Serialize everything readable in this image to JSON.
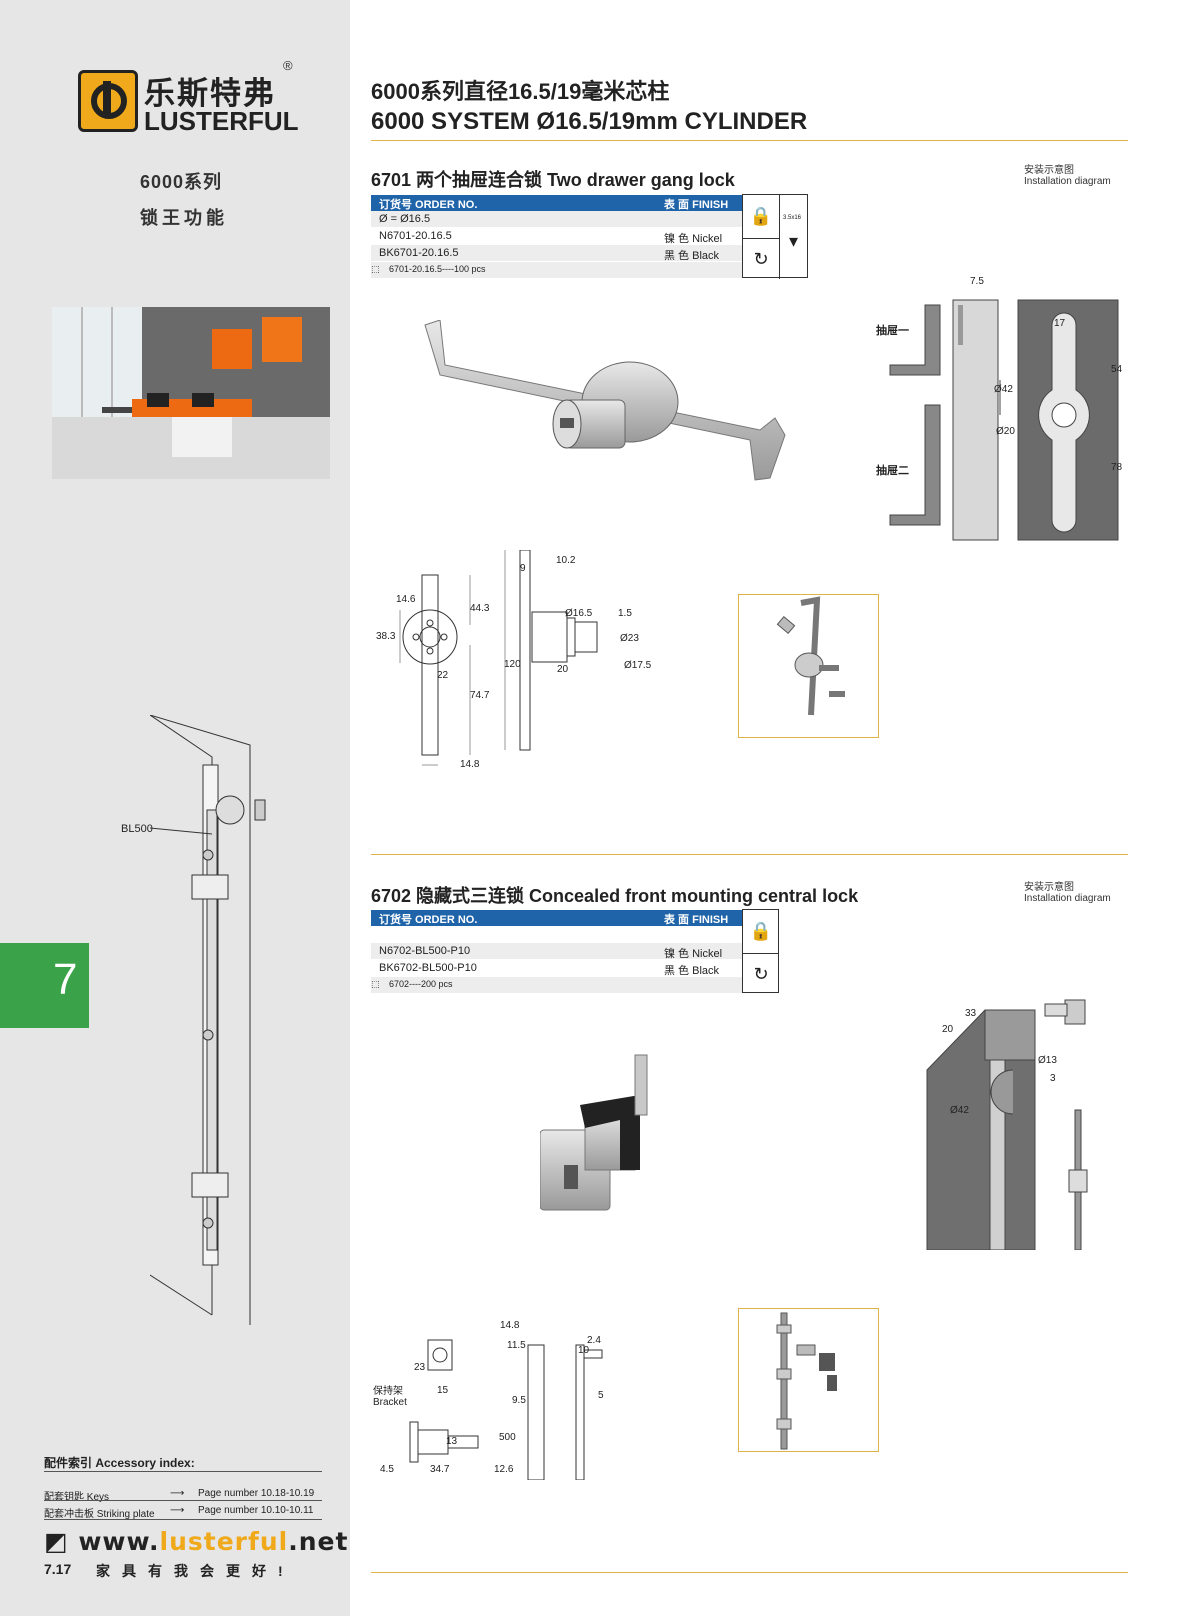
{
  "brand": {
    "name_cn": "乐斯特弗",
    "name_en": "LUSTERFUL",
    "registered": "®"
  },
  "sidebar": {
    "series": "6000系列",
    "series_sub": "锁王功能",
    "bl500_label": "BL500",
    "chapter_tab": "7",
    "accessory": {
      "title": "配件索引 Accessory index:",
      "rows": [
        {
          "label": "配套钥匙 Keys",
          "page": "Page number 10.18-10.19"
        },
        {
          "label": "配套冲击板 Striking plate",
          "page": "Page number 10.10-10.11"
        }
      ]
    },
    "website": {
      "prefix": "www.",
      "brand": "lusterful",
      "suffix": ".net"
    },
    "page_number": "7.17",
    "slogan": "家具有我会更好!"
  },
  "header": {
    "title_cn": "6000系列直径16.5/19毫米芯柱",
    "title_en": "6000 SYSTEM Ø16.5/19mm CYLINDER"
  },
  "product1": {
    "title": "6701 两个抽屉连合锁 Two drawer gang lock",
    "install_label_cn": "安装示意图",
    "install_label_en": "Installation diagram",
    "table": {
      "col1": "订货号 ORDER NO.",
      "col2": "表 面 FINISH",
      "rows": [
        {
          "order": "Ø =  Ø16.5",
          "finish": ""
        },
        {
          "order": "N6701-20.16.5",
          "finish": "镍 色 Nickel"
        },
        {
          "order": "BK6701-20.16.5",
          "finish": "黑 色 Black"
        }
      ],
      "package": "6701-20.16.5----100 pcs",
      "screw": "3.5x16"
    },
    "drawer_labels": [
      "抽屉一",
      "抽屉二"
    ],
    "dims_install": [
      "7.5",
      "17",
      "54",
      "Ø42",
      "Ø20",
      "78"
    ],
    "dims_drawing": [
      "14.6",
      "44.3",
      "38.3",
      "22",
      "74.7",
      "14.8",
      "9",
      "10.2",
      "Ø16.5",
      "1.5",
      "Ø23",
      "120",
      "20",
      "Ø17.5"
    ]
  },
  "product2": {
    "title": "6702 隐藏式三连锁 Concealed front mounting central lock",
    "install_label_cn": "安装示意图",
    "install_label_en": "Installation diagram",
    "table": {
      "col1": "订货号 ORDER NO.",
      "col2": "表 面 FINISH",
      "rows": [
        {
          "order": "N6702-BL500-P10",
          "finish": "镍 色 Nickel"
        },
        {
          "order": "BK6702-BL500-P10",
          "finish": "黑 色 Black"
        }
      ],
      "package": "6702----200 pcs"
    },
    "dims_install": [
      "33",
      "20",
      "Ø13",
      "3",
      "Ø42"
    ],
    "bracket_label_cn": "保持架",
    "bracket_label_en": "Bracket",
    "dims_drawing": [
      "14.8",
      "11.5",
      "2.4",
      "10",
      "23",
      "15",
      "9.5",
      "5",
      "13",
      "500",
      "4.5",
      "34.7",
      "12.6"
    ]
  },
  "colors": {
    "sidebar": "#e6e6e6",
    "header_bar": "#1f63a8",
    "accent": "#f0a91a",
    "tab": "#3aa34a",
    "rule": "#e0b34a"
  }
}
